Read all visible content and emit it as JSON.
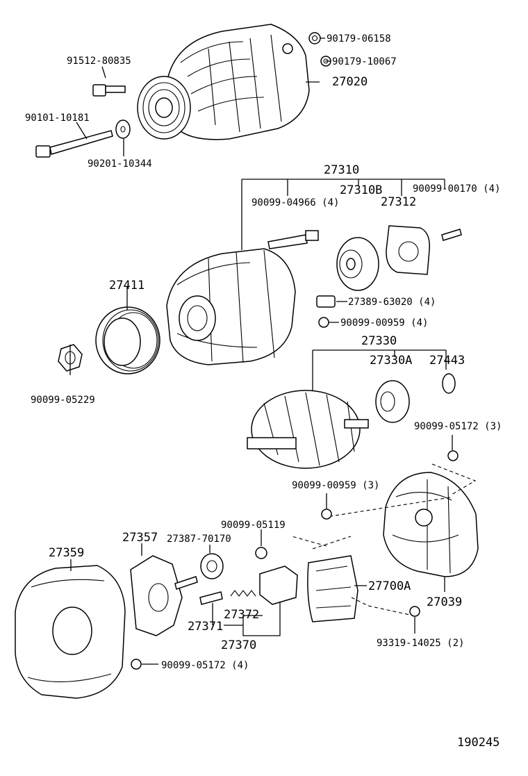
{
  "diagram_id": "190245",
  "labels": {
    "p27020": "27020",
    "p90179_06158": "90179-06158",
    "p90179_10067": "90179-10067",
    "p91512_80835": "91512-80835",
    "p90101_10181": "90101-10181",
    "p90201_10344": "90201-10344",
    "p27310": "27310",
    "p90099_04966": "90099-04966 (4)",
    "p27310B": "27310B",
    "p27312": "27312",
    "p90099_00170": "90099-00170 (4)",
    "p27411": "27411",
    "p27389_63020": "27389-63020 (4)",
    "p90099_00959_4": "90099-00959 (4)",
    "p90099_05229": "90099-05229",
    "p27330": "27330",
    "p27330A": "27330A",
    "p27443": "27443",
    "p90099_05172_3": "90099-05172 (3)",
    "p90099_00959_3": "90099-00959 (3)",
    "p90099_05119": "90099-05119",
    "p27357": "27357",
    "p27387_70170": "27387-70170",
    "p27359": "27359",
    "p27700A": "27700A",
    "p27039": "27039",
    "p27371": "27371",
    "p27372": "27372",
    "p27370": "27370",
    "p93319_14025": "93319-14025 (2)",
    "p90099_05172_4": "90099-05172 (4)"
  }
}
